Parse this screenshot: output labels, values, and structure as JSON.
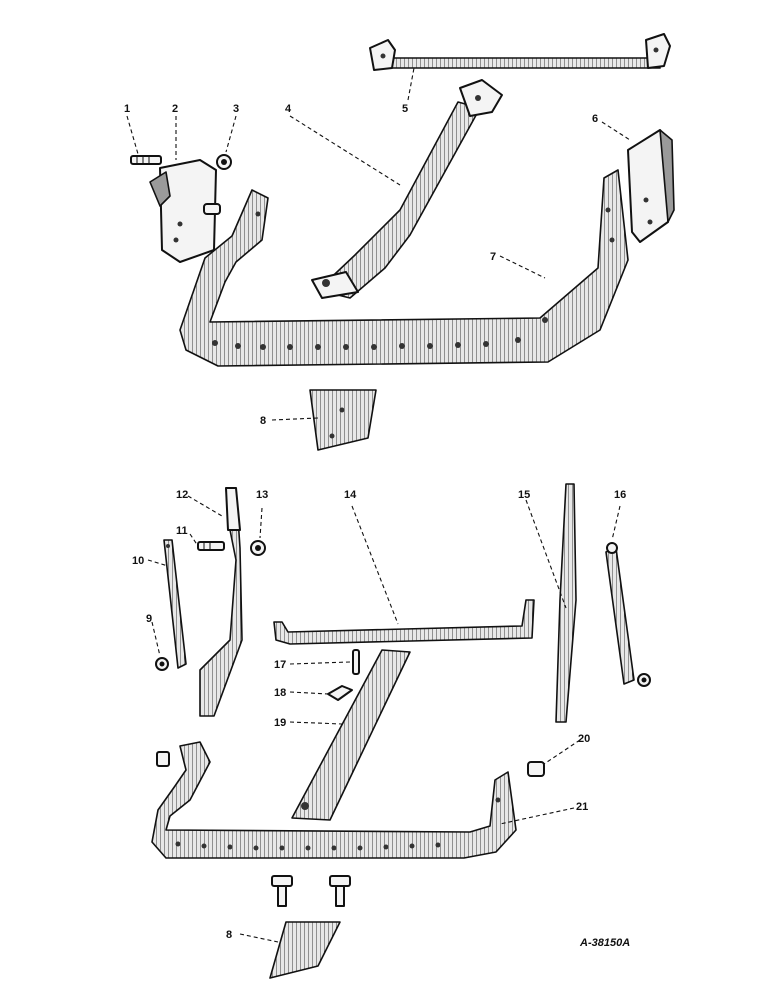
{
  "figure": {
    "drawing_code": "A-38150A",
    "callouts": {
      "c1": "1",
      "c2": "2",
      "c3": "3",
      "c4": "4",
      "c5": "5",
      "c6": "6",
      "c7": "7",
      "c8_top": "8",
      "c9": "9",
      "c10": "10",
      "c11": "11",
      "c12": "12",
      "c13": "13",
      "c14": "14",
      "c15": "15",
      "c16": "16",
      "c17": "17",
      "c18": "18",
      "c19": "19",
      "c20": "20",
      "c21": "21",
      "c8_bottom": "8"
    }
  }
}
